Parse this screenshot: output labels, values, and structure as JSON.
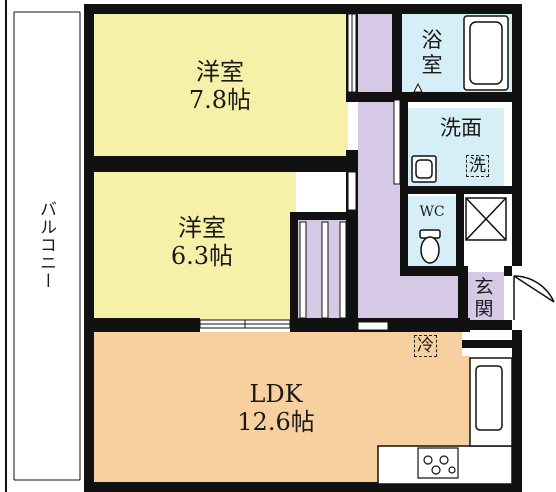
{
  "rooms": {
    "western1": {
      "name": "洋室",
      "size": "7.8帖"
    },
    "western2": {
      "name": "洋室",
      "size": "6.3帖"
    },
    "ldk": {
      "name": "LDK",
      "size": "12.6帖"
    },
    "bath": {
      "line1": "浴",
      "line2": "室"
    },
    "washroom": {
      "name": "洗面"
    },
    "toilet": {
      "name": "WC"
    },
    "entrance": {
      "line1": "玄",
      "line2": "関"
    },
    "balcony": {
      "name": "バルコニー"
    }
  },
  "fixtures": {
    "washer": "洗",
    "fridge": "冷"
  },
  "colors": {
    "western": "#f6f0a8",
    "ldk": "#f8cf9e",
    "corridor": "#d6c9e6",
    "wet": "#d6eef6",
    "wall": "#111111"
  }
}
